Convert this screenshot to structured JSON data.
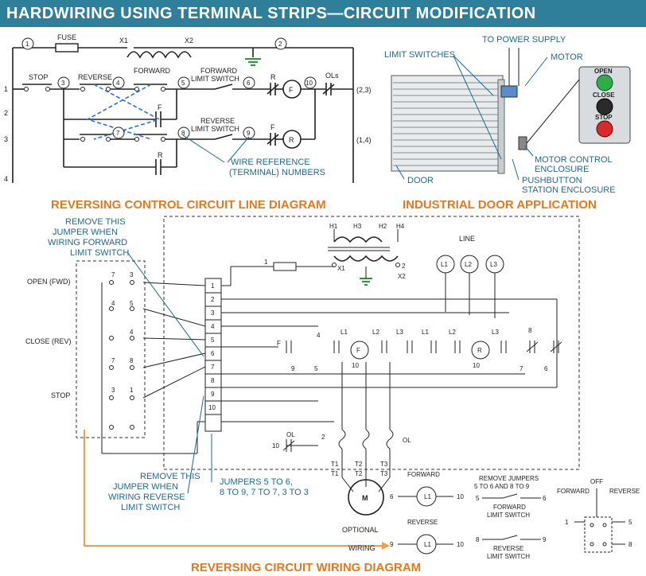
{
  "banner": {
    "title": "HARDWIRING USING TERMINAL STRIPS—CIRCUIT MODIFICATION"
  },
  "ladder": {
    "title": "REVERSING CONTROL CIRCUIT LINE DIAGRAM",
    "fuse": "FUSE",
    "x1": "X1",
    "x2": "X2",
    "stop": "STOP",
    "reverse": "REVERSE",
    "forward": "FORWARD",
    "fwd_limit": [
      "FORWARD",
      "LIMIT SWITCH"
    ],
    "rev_limit": [
      "REVERSE",
      "LIMIT SWITCH"
    ],
    "ols": "OLs",
    "coil_f": "F",
    "coil_r": "R",
    "contact_f": "F",
    "contact_r": "R",
    "refs": [
      "(2,3)",
      "(1,4)"
    ],
    "line_nums": [
      "1",
      "2",
      "3",
      "4"
    ],
    "wire_nums": [
      "1",
      "2",
      "3",
      "4",
      "5",
      "6",
      "7",
      "8",
      "9",
      "10"
    ],
    "wire_ref": [
      "WIRE REFERENCE",
      "(TERMINAL) NUMBERS"
    ]
  },
  "door": {
    "title": "INDUSTRIAL DOOR APPLICATION",
    "to_power": "TO POWER SUPPLY",
    "limit_switches": "LIMIT SWITCHES",
    "motor": "MOTOR",
    "door": "DOOR",
    "motor_control": [
      "MOTOR CONTROL",
      "ENCLOSURE"
    ],
    "pushbutton": [
      "PUSHBUTTON",
      "STATION ENCLOSURE"
    ],
    "buttons": [
      "OPEN",
      "CLOSE",
      "STOP"
    ]
  },
  "wiring": {
    "title": "REVERSING CIRCUIT WIRING DIAGRAM",
    "remove_fwd": [
      "REMOVE THIS",
      "JUMPER WHEN",
      "WIRING FORWARD",
      "LIMIT SWITCH"
    ],
    "remove_rev": [
      "REMOVE THIS",
      "JUMPER WHEN",
      "WIRING REVERSE",
      "LIMIT SWITCH"
    ],
    "jumpers": [
      "JUMPERS 5 TO 6,",
      "8 TO 9, 7 TO 7, 3 TO 3"
    ],
    "stations": [
      "OPEN (FWD)",
      "CLOSE (REV)",
      "STOP"
    ],
    "terminals": [
      "1",
      "2",
      "3",
      "4",
      "5",
      "6",
      "7",
      "8",
      "9",
      "10"
    ],
    "line": "LINE",
    "lines": [
      "L1",
      "L2",
      "L3"
    ],
    "h": [
      "H1",
      "H3",
      "H2",
      "H4"
    ],
    "x": [
      "X1",
      "X2"
    ],
    "motor": "M",
    "tt": [
      "T1",
      "T2",
      "T3"
    ],
    "ol": "OL",
    "optional": [
      "OPTIONAL",
      "WIRING"
    ],
    "forward": "FORWARD",
    "reverse": "REVERSE",
    "remove_jumpers": [
      "REMOVE JUMPERS",
      "5 TO 6 AND 8 TO 9"
    ],
    "fwd_limit": [
      "FORWARD",
      "LIMIT SWITCH"
    ],
    "rev_limit": [
      "REVERSE",
      "LIMIT SWITCH"
    ],
    "selector": {
      "off": "OFF",
      "forward": "FORWARD",
      "reverse": "REVERSE"
    }
  }
}
